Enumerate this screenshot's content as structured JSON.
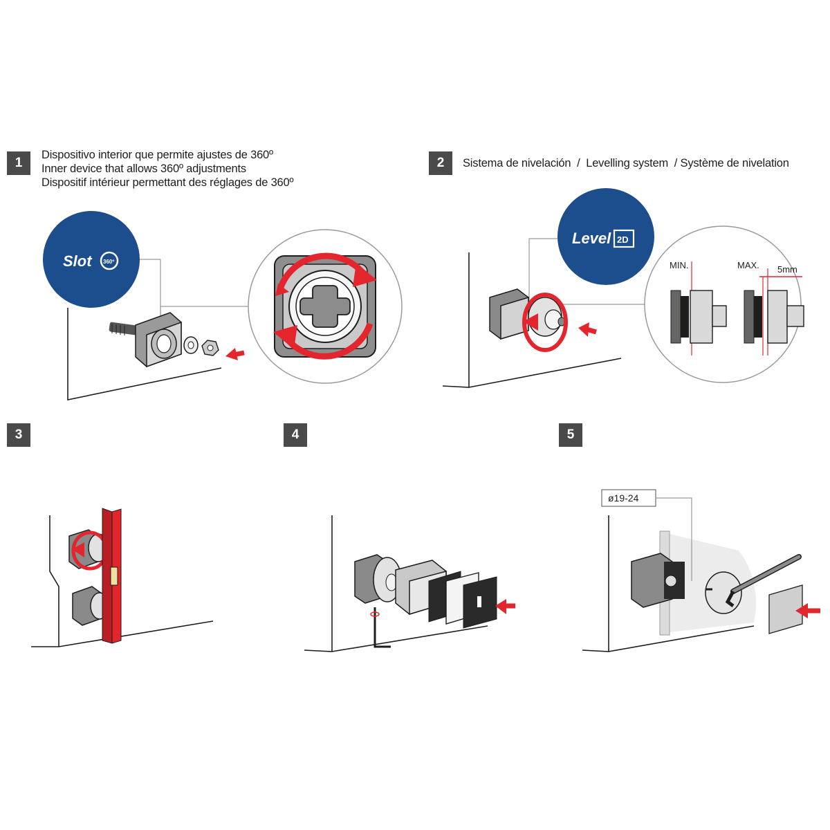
{
  "steps": [
    {
      "number": "1",
      "lines": [
        "Dispositivo interior que permite ajustes de 360º",
        "Inner device that allows 360º adjustments",
        "Dispositif intérieur permettant des réglages de 360º"
      ],
      "logo": {
        "word": "Slot",
        "mark": "360º"
      }
    },
    {
      "number": "2",
      "caption": "Sistema de nivelación  /  Levelling system  / Système de nivelation",
      "logo": {
        "word": "Level",
        "mark": "2D"
      },
      "detail": {
        "min_label": "MIN.",
        "max_label": "MAX.",
        "gap_label": "5mm"
      }
    },
    {
      "number": "3"
    },
    {
      "number": "4"
    },
    {
      "number": "5",
      "diameter_label": "ø19-24"
    }
  ],
  "colors": {
    "badge": "#4a4a4a",
    "accent_red": "#e3262e",
    "logo_blue": "#1c4d8c",
    "line": "#1d1d1b"
  },
  "icons": [
    "rotation-arrows-icon",
    "push-arrow-icon",
    "spirit-level",
    "allen-key"
  ]
}
